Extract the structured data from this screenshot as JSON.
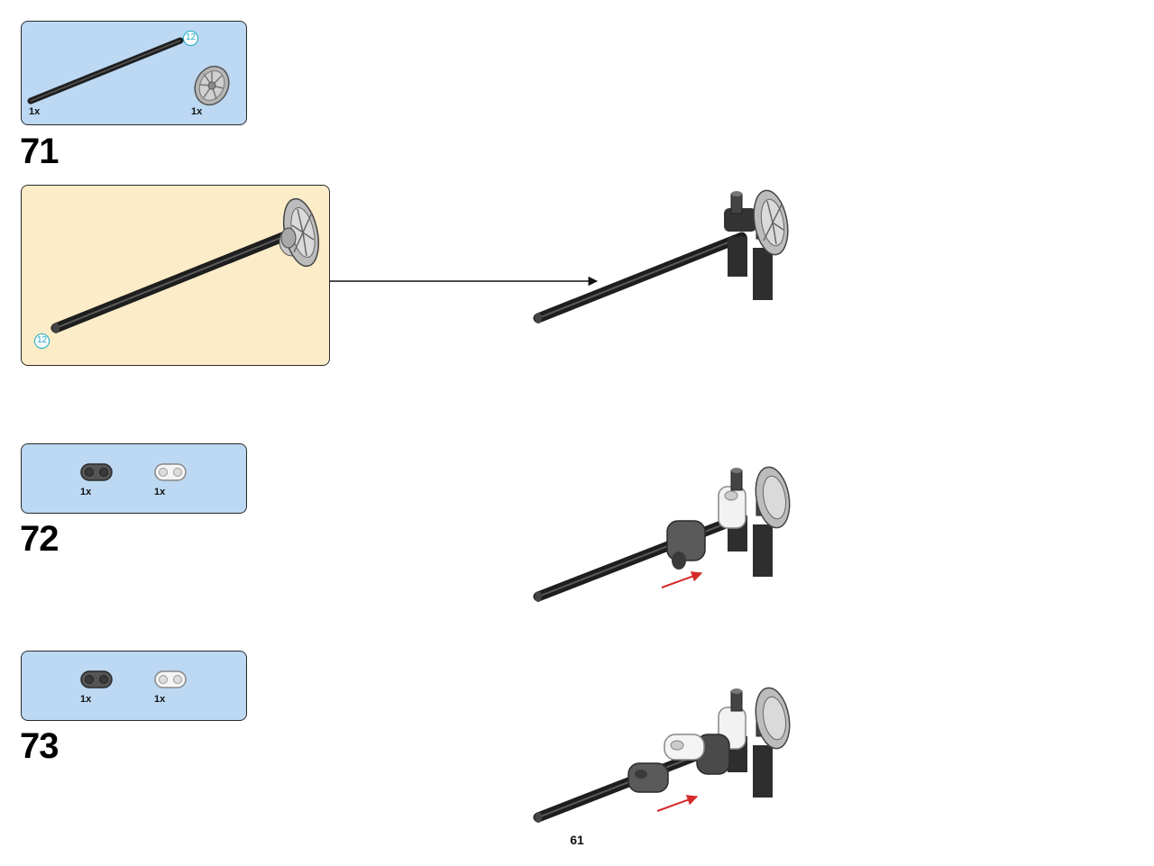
{
  "steps": [
    {
      "number": "71",
      "parts": [
        {
          "name": "axle",
          "length": "12",
          "quantity": "1x",
          "color": "#3a3a3a"
        },
        {
          "name": "wedge-belt-wheel",
          "quantity": "1x",
          "color": "#9a9a9a"
        }
      ],
      "submodel": {
        "axle_length": "12"
      }
    },
    {
      "number": "72",
      "parts": [
        {
          "name": "beam-2-dark-gray",
          "quantity": "1x",
          "color": "#5a5a5a"
        },
        {
          "name": "beam-2-white",
          "quantity": "1x",
          "color": "#f2f2f2"
        }
      ],
      "arrow_color": "#d62a2a"
    },
    {
      "number": "73",
      "parts": [
        {
          "name": "beam-2-dark-gray",
          "quantity": "1x",
          "color": "#5a5a5a"
        },
        {
          "name": "beam-2-white",
          "quantity": "1x",
          "color": "#f2f2f2"
        }
      ],
      "arrow_color": "#d62a2a"
    }
  ],
  "page_number": "61",
  "colors": {
    "parts_box_bg": "#bcd8f2",
    "submodel_box_bg": "#fdecc8",
    "length_badge": "#18a8c4"
  }
}
